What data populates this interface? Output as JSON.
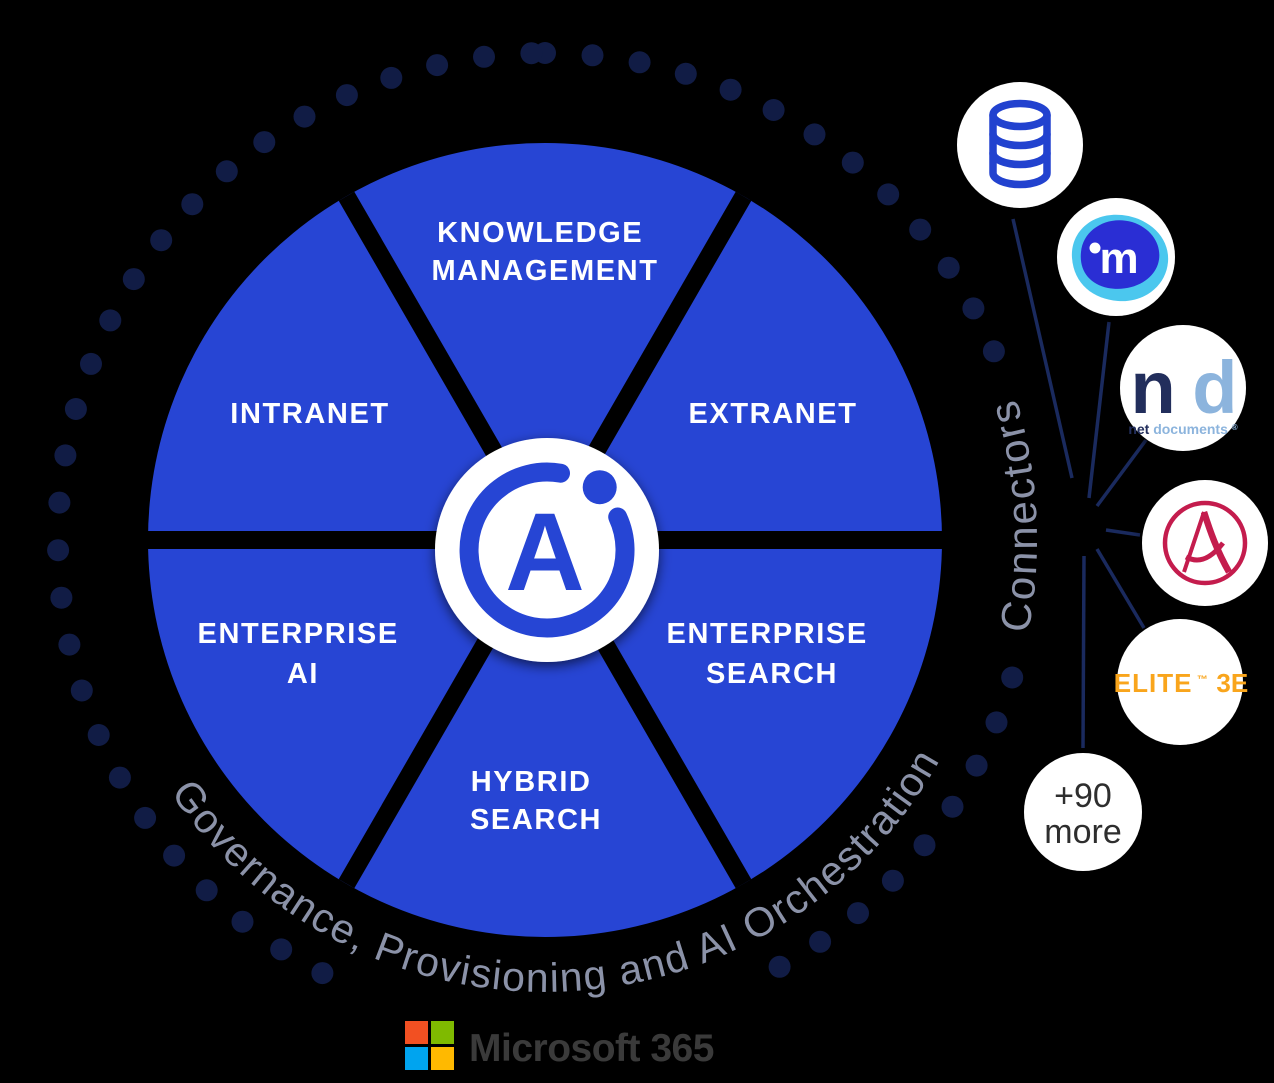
{
  "wheel": {
    "color": "#2745d4",
    "label_color": "#ffffff",
    "segments": [
      {
        "label_line1": "KNOWLEDGE",
        "label_line2": "MANAGEMENT"
      },
      {
        "label_line1": "EXTRANET",
        "label_line2": ""
      },
      {
        "label_line1": "ENTERPRISE",
        "label_line2": "SEARCH"
      },
      {
        "label_line1": "HYBRID",
        "label_line2": "SEARCH"
      },
      {
        "label_line1": "ENTERPRISE",
        "label_line2": "AI"
      },
      {
        "label_line1": "INTRANET",
        "label_line2": ""
      }
    ],
    "center_logo_letter": "A"
  },
  "ring": {
    "arc_text": "Governance, Provisioning and AI Orchestration",
    "text_color": "#8b92a8",
    "dot_color": "#111c45"
  },
  "connectors": {
    "title": "Connectors",
    "line_color": "#1a2a5e",
    "items": [
      {
        "name": "database"
      },
      {
        "name": "imanage",
        "letter": "m"
      },
      {
        "name": "netdocuments",
        "monogram_n": "n",
        "monogram_d": "d",
        "word_net": "net",
        "word_documents": "documents",
        "reg_mark": "®"
      },
      {
        "name": "aderant"
      },
      {
        "name": "elite-3e",
        "brand": "ELITE",
        "tm": "™",
        "edition": "3E"
      },
      {
        "name": "more",
        "count": "+90",
        "word": "more"
      }
    ],
    "brand_colors": {
      "database_blue": "#2443cf",
      "imanage_light": "#4cc7ee",
      "imanage_dark": "#2a2fd4",
      "nd_navy": "#232e5c",
      "nd_blue": "#8cb4dd",
      "aderant_crimson": "#c41a4e",
      "elite_orange": "#f9a51b",
      "more_text": "#2e2e2e"
    }
  },
  "footer": {
    "brand": "Microsoft 365",
    "logo_colors": {
      "red": "#f25022",
      "green": "#7fba00",
      "blue": "#00a4ef",
      "yellow": "#ffb900"
    },
    "text_color": "#3a3a3a"
  }
}
